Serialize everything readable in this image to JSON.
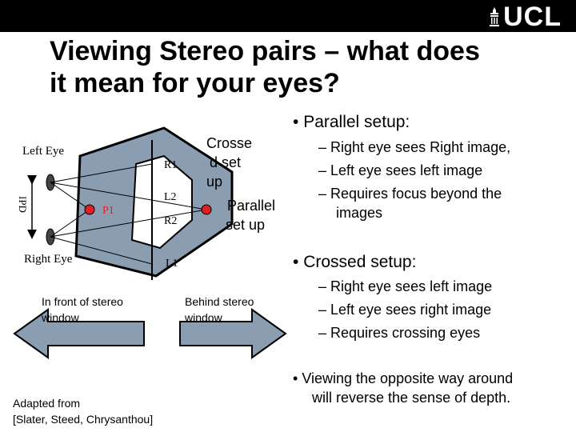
{
  "header": {
    "logo_text": "UCL",
    "title_line1": "Viewing Stereo pairs – what does",
    "title_line2": "it mean for your eyes?"
  },
  "diagram": {
    "left_eye_label": "Left Eye",
    "right_eye_label": "Right Eye",
    "ipd_label": "IPD",
    "p1_label": "P1",
    "r1_label": "R1",
    "l2_label": "L2",
    "r2_label": "R2",
    "l1_label": "L1",
    "crossed_label": [
      "Crosse",
      "d set",
      "up"
    ],
    "parallel_label": [
      "Parallel",
      "set up"
    ],
    "front_label": [
      "In front of stereo",
      "window"
    ],
    "behind_label": [
      "Behind stereo",
      "window"
    ],
    "colors": {
      "band_fill": "#8a9db1",
      "arrow_fill": "#8a9db1",
      "point_fill": "#e02020",
      "point_label": "#e02020"
    }
  },
  "bullets": {
    "parallel": {
      "heading": "Parallel setup:",
      "items": [
        "Right eye sees Right image,",
        "Left eye sees left image",
        "Requires focus beyond the",
        "images"
      ]
    },
    "crossed": {
      "heading": "Crossed setup:",
      "items": [
        "Right eye sees left image",
        "Left eye sees right image",
        "Requires crossing eyes"
      ]
    },
    "opposite": [
      "Viewing the opposite way around",
      "will reverse the sense of depth."
    ]
  },
  "footer": {
    "adapted_line1": "Adapted from",
    "adapted_line2": "[Slater, Steed, Chrysanthou]"
  }
}
